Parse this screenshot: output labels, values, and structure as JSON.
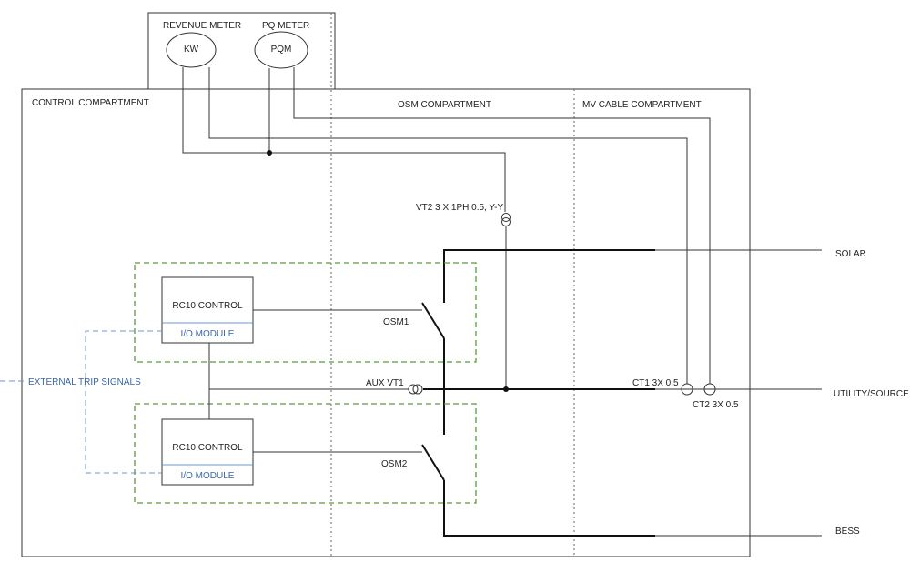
{
  "meters": {
    "revenue_label": "REVENUE METER",
    "revenue_symbol": "KW",
    "pq_label": "PQ METER",
    "pq_symbol": "PQM"
  },
  "compartments": {
    "control": "CONTROL COMPARTMENT",
    "osm": "OSM COMPARTMENT",
    "mv_cable": "MV CABLE COMPARTMENT"
  },
  "controls": [
    {
      "title": "RC10 CONTROL",
      "module": "I/O MODULE"
    },
    {
      "title": "RC10 CONTROL",
      "module": "I/O MODULE"
    }
  ],
  "switches": {
    "osm1": "OSM1",
    "osm2": "OSM2"
  },
  "transformers": {
    "vt2": "VT2 3 X 1PH 0.5, Y-Y",
    "aux_vt1": "AUX VT1",
    "ct1": "CT1 3X 0.5",
    "ct2": "CT2 3X 0.5"
  },
  "signals": {
    "external_trip": "EXTERNAL TRIP SIGNALS"
  },
  "feeders": {
    "solar": "SOLAR",
    "utility": "UTILITY/SOURCE",
    "bess": "BESS"
  },
  "colors": {
    "line": "#333333",
    "busbar": "#111111",
    "io_module_text": "#3a64a8",
    "external_signal_line": "#6f95cc",
    "control_group_border": "#5a9a3a",
    "compartment_divider": "#666666"
  }
}
